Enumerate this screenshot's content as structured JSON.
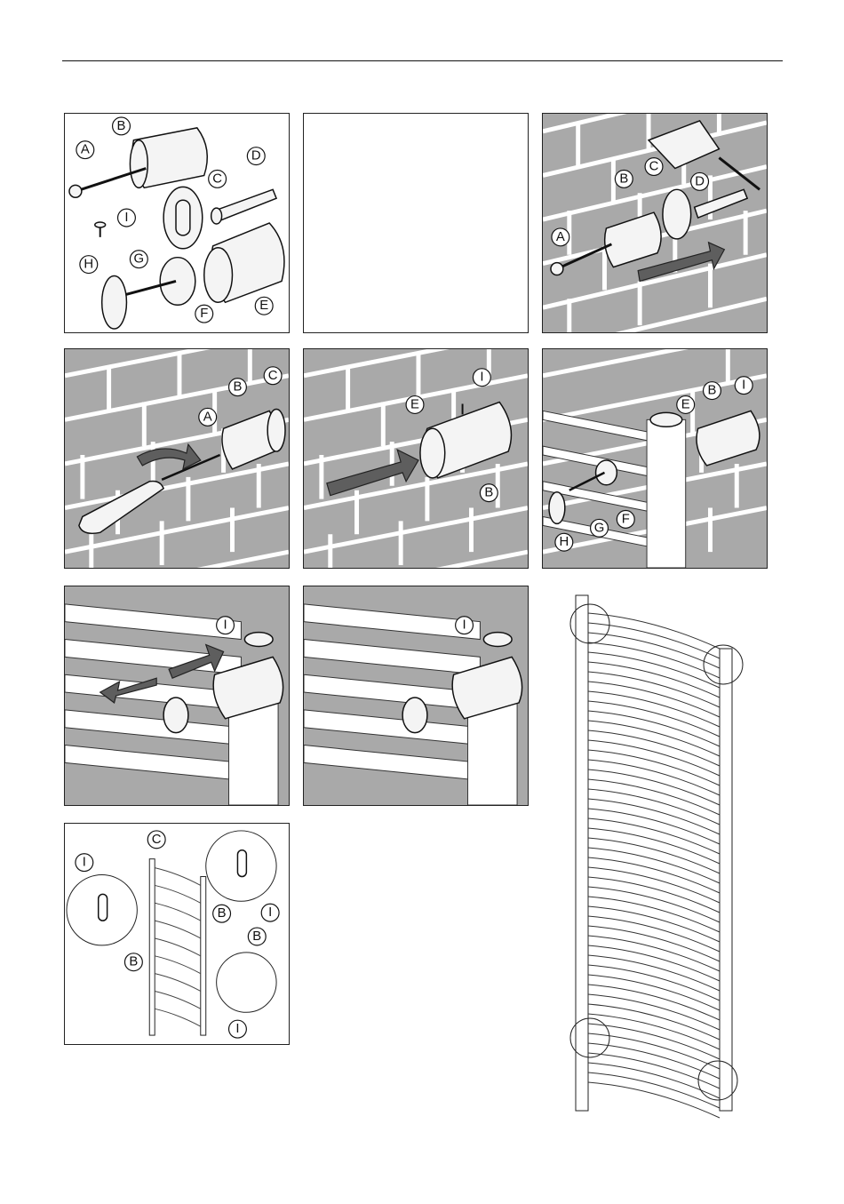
{
  "page": {
    "callouts": {
      "A": "A",
      "B": "B",
      "C": "C",
      "D": "D",
      "E": "E",
      "F": "F",
      "G": "G",
      "H": "H",
      "I": "I"
    },
    "colors": {
      "wall": "#a9a9a9",
      "mortar": "#ffffff",
      "arrow": "#5e5e5e",
      "line": "#111111"
    }
  },
  "panels": [
    {
      "id": "parts",
      "labels": [
        "A",
        "B",
        "C",
        "D",
        "E",
        "F",
        "G",
        "H",
        "I"
      ]
    },
    {
      "id": "blank",
      "labels": []
    },
    {
      "id": "drill",
      "labels": [
        "A",
        "B",
        "C",
        "D"
      ]
    },
    {
      "id": "screw",
      "labels": [
        "A",
        "B",
        "C"
      ]
    },
    {
      "id": "cap",
      "labels": [
        "E",
        "I",
        "B"
      ]
    },
    {
      "id": "mount",
      "labels": [
        "E",
        "B",
        "I",
        "F",
        "G",
        "H"
      ]
    },
    {
      "id": "slide",
      "labels": [
        "I"
      ]
    },
    {
      "id": "fixed",
      "labels": [
        "I"
      ]
    },
    {
      "id": "detail",
      "labels": [
        "C",
        "I",
        "B",
        "B",
        "I",
        "B",
        "I"
      ]
    }
  ],
  "radiator": {
    "hole_markers": 4
  }
}
